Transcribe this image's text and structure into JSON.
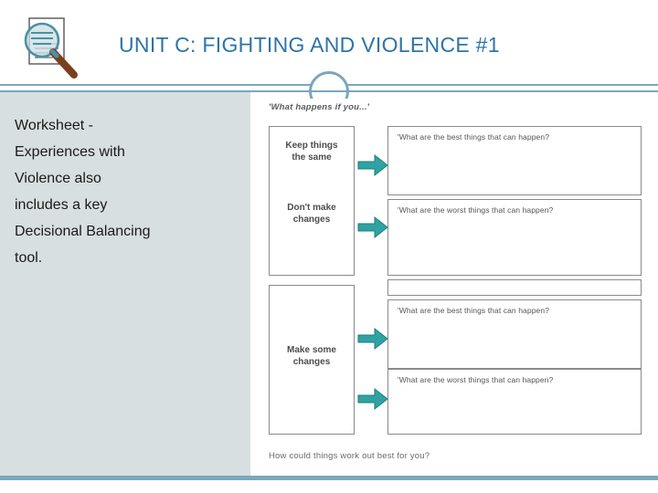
{
  "slide": {
    "title": "UNIT C:  FIGHTING AND VIOLENCE #1",
    "accent_color": "#7ba7bc",
    "title_color": "#2e74a8",
    "left_panel_color": "#d8dfe0"
  },
  "logo": {
    "name": "magnifying-glass-document-logo"
  },
  "body_text": {
    "line1": "Worksheet -",
    "line2": "Experiences with",
    "line3": "Violence also",
    "line4": "includes a key",
    "line5": "Decisional Balancing",
    "line6": "tool."
  },
  "worksheet": {
    "caption_top": "'What happens if you...'",
    "caption_bottom": "How could things work out best for you?",
    "options": [
      {
        "line1": "Keep things",
        "line2": "the same"
      },
      {
        "line1": "Don't make",
        "line2": "changes"
      },
      {
        "line1": "Make some",
        "line2": "changes"
      }
    ],
    "questions": [
      "'What are the best things that can happen?",
      "'What are the worst things that can happen?",
      "'What are the best things that can happen?",
      "'What are the worst things that can happen?"
    ],
    "arrow_color": "#2fa3a3"
  }
}
